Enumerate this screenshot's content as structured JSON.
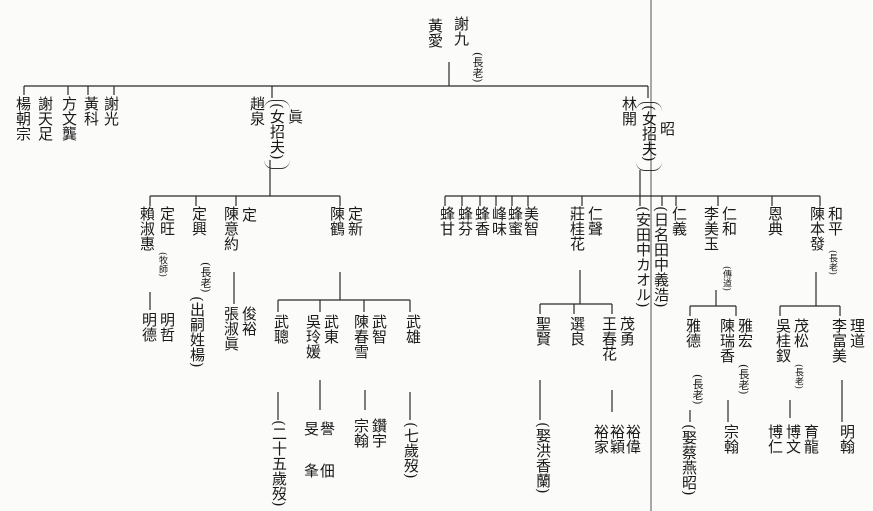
{
  "root": {
    "husband": "謝九",
    "wife": "黃愛",
    "note": "(長老)"
  },
  "gen2": [
    {
      "id": "yangchao",
      "text": "楊朝宗"
    },
    {
      "id": "xietian",
      "text": "謝天足"
    },
    {
      "id": "fangwen",
      "text": "方文龔"
    },
    {
      "id": "huangke",
      "text": "黃科"
    },
    {
      "id": "xieguang",
      "text": "謝光"
    },
    {
      "id": "zhao",
      "name": "趙泉",
      "spouse": "(女招夫)",
      "spouse_name": "眞"
    },
    {
      "id": "lin",
      "name": "林開",
      "spouse": "(女招夫)",
      "spouse_name": "昭"
    }
  ],
  "zhao_children": [
    {
      "id": "lai",
      "text": "賴淑惠",
      "spouse": "定旺",
      "note": "(牧師)",
      "children": [
        "明德",
        "明哲"
      ]
    },
    {
      "id": "ding",
      "text": "定興",
      "note": "(長老)",
      "sub": "(出嗣姓楊)"
    },
    {
      "id": "chenyue",
      "text": "陳意約",
      "spouse": "定",
      "children": [
        "張淑眞",
        "俊裕"
      ]
    },
    {
      "id": "chenhe",
      "text": "陳鶴",
      "spouse": "定新"
    }
  ],
  "he_children": [
    {
      "id": "wucong",
      "text": "武聰",
      "sub": "(二十五歲歿)"
    },
    {
      "id": "wuling",
      "text": "吳玲媛",
      "spouse": "武東",
      "children": [
        "旻",
        "夆",
        "譽",
        "佃"
      ]
    },
    {
      "id": "chenchun",
      "text": "陳春雪",
      "spouse": "武智",
      "children": [
        "宗翰",
        "鑽宇"
      ]
    },
    {
      "id": "wuxiong",
      "text": "武雄",
      "sub": "(七歲歿)"
    }
  ],
  "lin_children": [
    {
      "id": "feng",
      "texts": [
        "蜂甘",
        "蜂芬",
        "蜂香",
        "峰味",
        "蜂蜜",
        "美智"
      ]
    },
    {
      "id": "zhuang",
      "text": "莊桂花",
      "spouse": "仁聲",
      "children": [
        "聖賢",
        "選良",
        "王春花"
      ]
    },
    {
      "id": "wang",
      "spouse": "茂勇",
      "children": [
        "裕家",
        "裕穎",
        "裕偉"
      ]
    },
    {
      "id": "sub_an",
      "text": "(安田中カオル)"
    },
    {
      "id": "sub_ri",
      "text": "(日名田中義浩)"
    },
    {
      "id": "renyi",
      "text": "仁義"
    },
    {
      "id": "limei",
      "text": "李美玉",
      "spouse": "仁和",
      "note": "(傳道)",
      "children": [
        {
          "text": "雅德",
          "note": "(長老)",
          "sub": "(娶蔡燕昭)"
        },
        {
          "text": "陳瑞香",
          "spouse": "雅宏",
          "note": "(長老)",
          "children": [
            "宗翰"
          ]
        }
      ]
    },
    {
      "id": "endian",
      "text": "恩典"
    },
    {
      "id": "chenben",
      "text": "陳本發",
      "spouse": "和平",
      "note": "(長老)",
      "children": [
        {
          "text": "吳桂釵",
          "spouse": "茂松",
          "note": "(長老)",
          "children": [
            "博仁",
            "博文",
            "育龍"
          ]
        },
        {
          "text": "李富美",
          "spouse": "理道",
          "children": [
            "明翰"
          ]
        }
      ]
    }
  ],
  "pian_sub": "(娶洪香蘭)"
}
